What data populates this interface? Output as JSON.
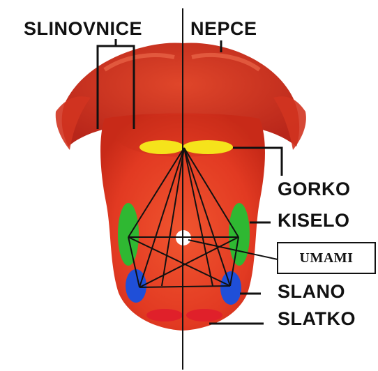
{
  "labels": {
    "salivary_glands": "SLINOVNICE",
    "palate": "NEPCE",
    "bitter": "GORKO",
    "sour": "KISELO",
    "umami": "UMAMI",
    "salty": "SLANO",
    "sweet": "SLATKO"
  },
  "colors": {
    "tongue": "#e83a22",
    "tongue_dark": "#c9281a",
    "palate": "#d8331c",
    "bitter_zone": "#f5e31b",
    "sour_zone": "#2fb832",
    "salty_zone": "#1f4fd8",
    "sweet_zone": "#e0202a",
    "umami_zone": "#ffffff",
    "lines": "#111111"
  }
}
